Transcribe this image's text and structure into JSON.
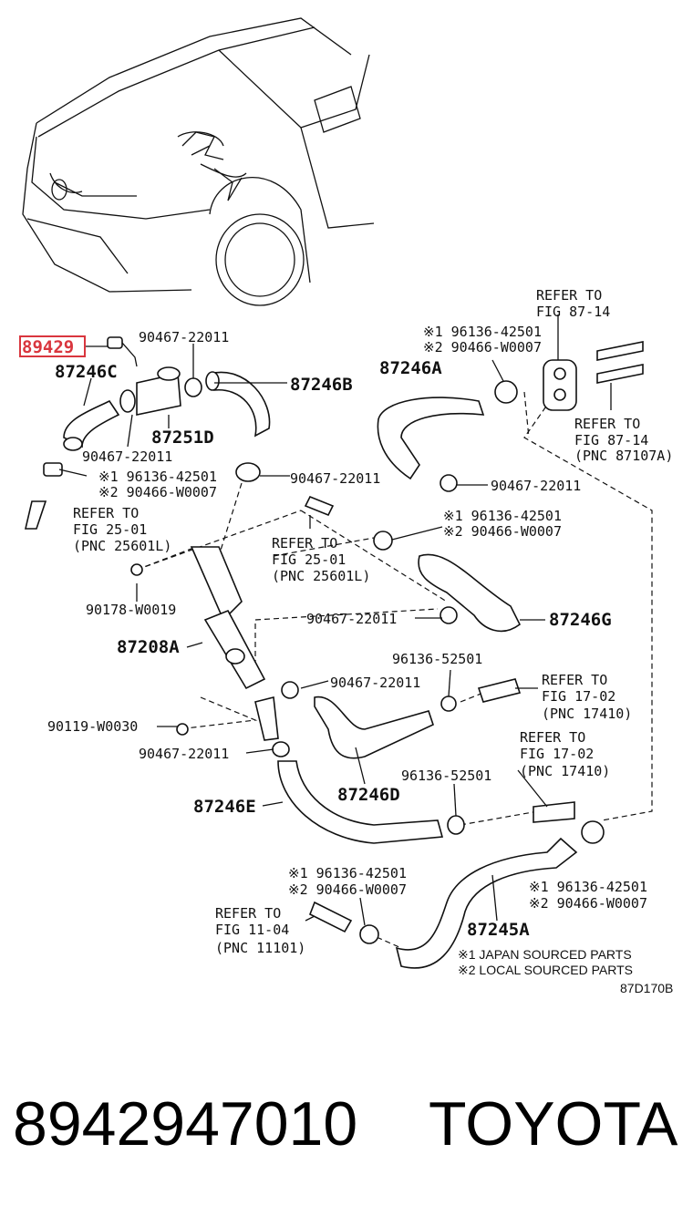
{
  "highlight": {
    "part": "89429",
    "color": "#d9363e"
  },
  "labels": {
    "l_90467_a": "90467-22011",
    "l_87246c": "87246C",
    "l_87246b": "87246B",
    "l_87251d": "87251D",
    "l_90467_b": "90467-22011",
    "l_ref1": "※1 96136-42501",
    "l_ref2": "※2 90466-W0007",
    "l_90467_c": "90467-22011",
    "l_refer_25_a": "REFER TO",
    "l_fig_25_a": "FIG 25-01",
    "l_pnc_25_a": "(PNC 25601L)",
    "l_refer_25_b": "REFER TO",
    "l_fig_25_b": "FIG 25-01",
    "l_pnc_25_b": "(PNC 25601L)",
    "l_90178": "90178-W0019",
    "l_87208a": "87208A",
    "l_90467_d": "90467-22011",
    "l_90119": "90119-W0030",
    "l_90467_e": "90467-22011",
    "l_87246e": "87246E",
    "l_87246d": "87246D",
    "l_96136_5a": "96136-52501",
    "l_96136_5b": "96136-52501",
    "l_refer_17_a": "REFER TO",
    "l_fig_17_a": "FIG 17-02",
    "l_pnc_17_a": "(PNC 17410)",
    "l_refer_17_b": "REFER TO",
    "l_fig_17_b": "FIG 17-02",
    "l_pnc_17_b": "(PNC 17410)",
    "l_refer_87_a": "REFER TO",
    "l_fig_87_a": "FIG 87-14",
    "l_refer_87_b": "REFER TO",
    "l_fig_87_b": "FIG 87-14",
    "l_pnc_87_b": "(PNC 87107A)",
    "l_top_ref1": "※1 96136-42501",
    "l_top_ref2": "※2 90466-W0007",
    "l_87246a": "87246A",
    "l_90467_f": "90467-22011",
    "l_mid_ref1": "※1 96136-42501",
    "l_mid_ref2": "※2 90466-W0007",
    "l_90467_g": "90467-22011",
    "l_87246g": "87246G",
    "l_bot_ref1": "※1 96136-42501",
    "l_bot_ref2": "※2 90466-W0007",
    "l_refer_11": "REFER TO",
    "l_fig_11": "FIG 11-04",
    "l_pnc_11": "(PNC 11101)",
    "l_br_ref1": "※1 96136-42501",
    "l_br_ref2": "※2 90466-W0007",
    "l_87245a": "87245A",
    "l_note1": "※1 JAPAN SOURCED PARTS",
    "l_note2": "※2 LOCAL SOURCED PARTS",
    "l_code": "87D170B"
  },
  "footer": {
    "part_number": "8942947010",
    "brand": "TOYOTA"
  }
}
